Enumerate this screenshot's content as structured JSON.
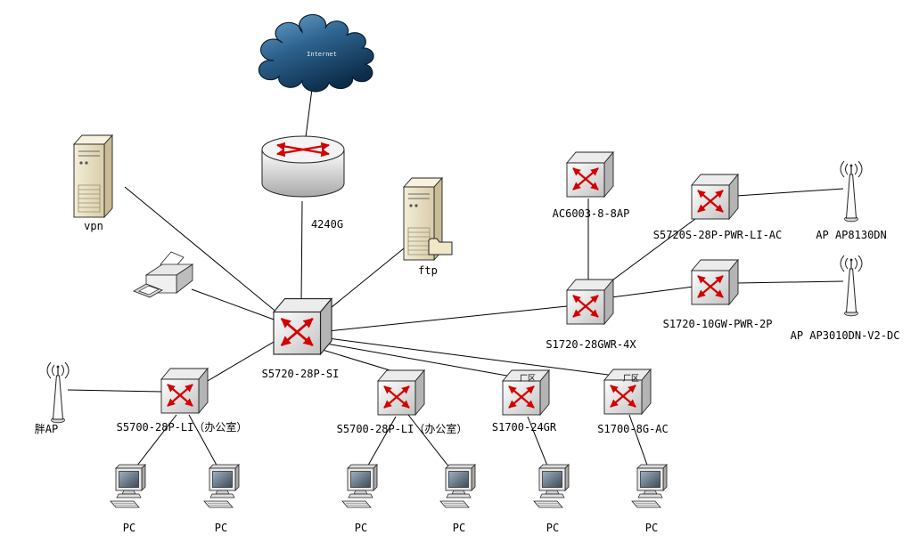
{
  "colors": {
    "arrow_red": "#d40000",
    "cloud_blue_dark": "#123c5c",
    "cloud_blue_light": "#6fa7cf",
    "server_beige": "#ece3c8",
    "line_black": "#000000"
  },
  "nodes": {
    "internet": {
      "label": "Internet"
    },
    "vpn": {
      "label": "vpn"
    },
    "router_4240g": {
      "label": "4240G"
    },
    "ftp": {
      "label": "ftp"
    },
    "printer": {
      "label": ""
    },
    "core_s5720": {
      "label": "S5720-28P-SI"
    },
    "ac6003": {
      "label": "AC6003-8-8AP"
    },
    "s5720s": {
      "label": "S5720S-28P-PWR-LI-AC"
    },
    "ap8130": {
      "label": "AP AP8130DN"
    },
    "s1720_10gw": {
      "label": "S1720-10GW-PWR-2P"
    },
    "ap3010": {
      "label": "AP AP3010DN-V2-DC"
    },
    "s1720_28gwr": {
      "label": "S1720-28GWR-4X"
    },
    "fat_ap": {
      "label": "胖AP"
    },
    "s5700_office1": {
      "label": "S5700-28P-LI（办公室）"
    },
    "s5700_office2": {
      "label": "S5700-28P-LI（办公室）"
    },
    "s1700_24gr": {
      "label": "S1700-24GR",
      "overlay": "厂区"
    },
    "s1700_8g": {
      "label": "S1700-8G-AC",
      "overlay": "厂区"
    },
    "pc1": {
      "label": "PC"
    },
    "pc2": {
      "label": "PC"
    },
    "pc3": {
      "label": "PC"
    },
    "pc4": {
      "label": "PC"
    },
    "pc5": {
      "label": "PC"
    },
    "pc6": {
      "label": "PC"
    }
  },
  "edges": [
    [
      "internet",
      "router_4240g"
    ],
    [
      "router_4240g",
      "core_s5720"
    ],
    [
      "vpn",
      "core_s5720"
    ],
    [
      "printer",
      "core_s5720"
    ],
    [
      "ftp",
      "core_s5720"
    ],
    [
      "core_s5720",
      "s1720_28gwr"
    ],
    [
      "ac6003",
      "s1720_28gwr"
    ],
    [
      "s1720_28gwr",
      "s5720s"
    ],
    [
      "s1720_28gwr",
      "s1720_10gw"
    ],
    [
      "s5720s",
      "ap8130"
    ],
    [
      "s1720_10gw",
      "ap3010"
    ],
    [
      "core_s5720",
      "s5700_office1"
    ],
    [
      "core_s5720",
      "s5700_office2"
    ],
    [
      "core_s5720",
      "s1700_24gr"
    ],
    [
      "core_s5720",
      "s1700_8g"
    ],
    [
      "fat_ap",
      "s5700_office1"
    ],
    [
      "s5700_office1",
      "pc1"
    ],
    [
      "s5700_office1",
      "pc2"
    ],
    [
      "s5700_office2",
      "pc3"
    ],
    [
      "s5700_office2",
      "pc4"
    ],
    [
      "s1700_24gr",
      "pc5"
    ],
    [
      "s1700_8g",
      "pc6"
    ]
  ]
}
